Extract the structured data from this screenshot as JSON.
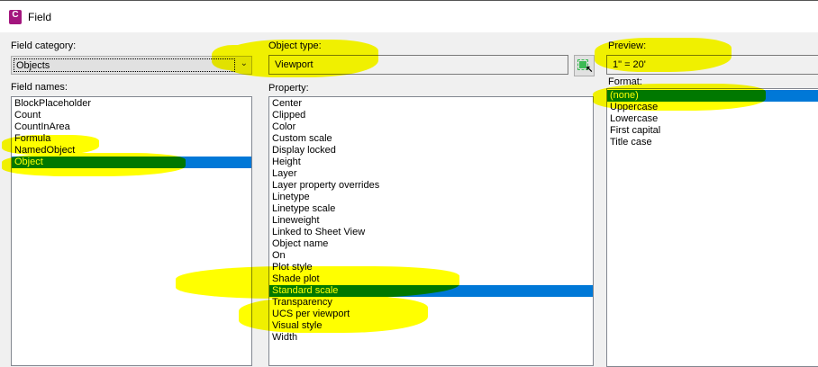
{
  "window": {
    "title": "Field",
    "icon": "autocad-c-icon"
  },
  "field_category": {
    "label": "Field category:",
    "value": "Objects"
  },
  "field_names": {
    "label": "Field names:",
    "items": [
      "BlockPlaceholder",
      "Count",
      "CountInArea",
      "Formula",
      "NamedObject",
      "Object"
    ],
    "selected": "Object"
  },
  "object_type": {
    "label": "Object type:",
    "value": "Viewport",
    "select_button_icon": "select-object-icon"
  },
  "property": {
    "label": "Property:",
    "items": [
      "Center",
      "Clipped",
      "Color",
      "Custom scale",
      "Display locked",
      "Height",
      "Layer",
      "Layer property overrides",
      "Linetype",
      "Linetype scale",
      "Lineweight",
      "Linked to Sheet View",
      "Object name",
      "On",
      "Plot style",
      "Shade plot",
      "Standard scale",
      "Transparency",
      "UCS per viewport",
      "Visual style",
      "Width"
    ],
    "selected": "Standard scale"
  },
  "preview": {
    "label": "Preview:",
    "value": "1\" = 20'"
  },
  "format": {
    "label": "Format:",
    "items": [
      "(none)",
      "Uppercase",
      "Lowercase",
      "First capital",
      "Title case"
    ],
    "selected": "(none)"
  },
  "colors": {
    "selection": "#0078d7",
    "highlighter": "#ffff00"
  }
}
